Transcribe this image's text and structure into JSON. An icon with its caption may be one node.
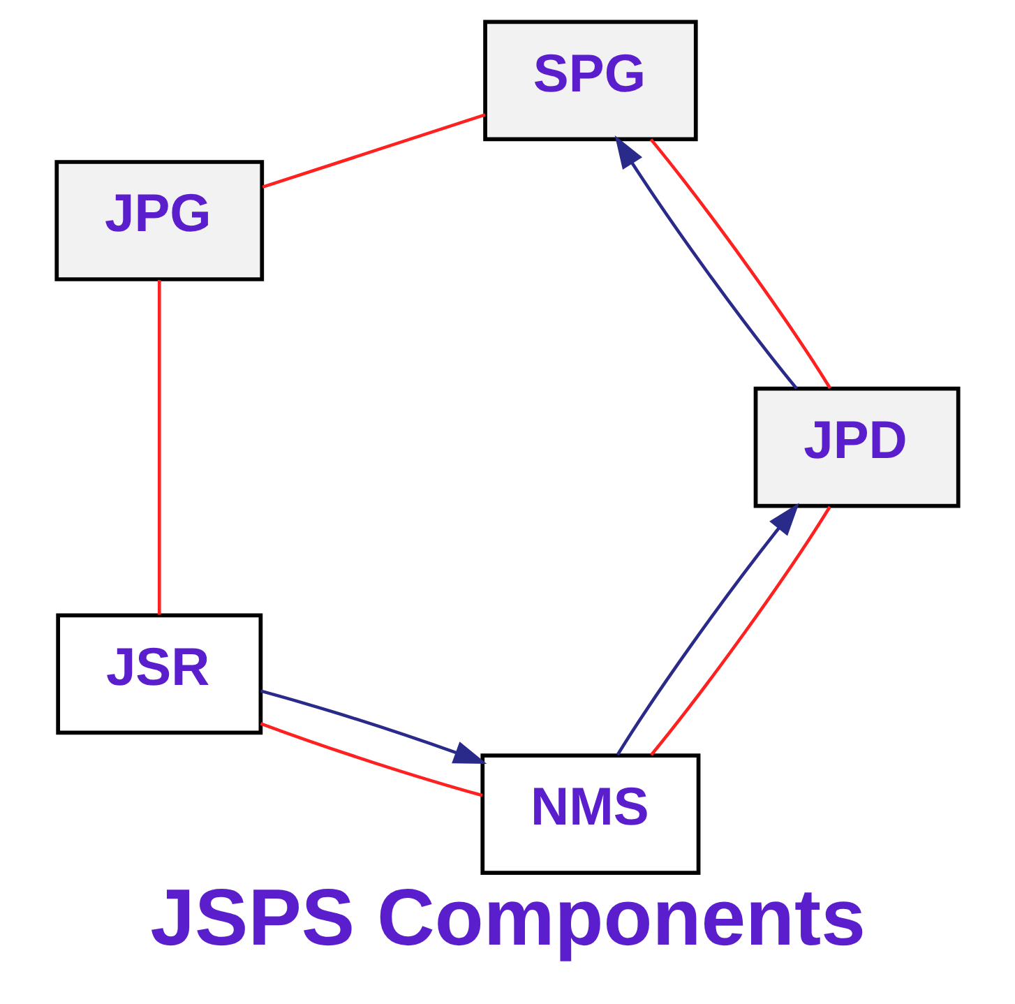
{
  "diagram": {
    "title": "JSPS Components",
    "nodes": [
      {
        "text": [
          "NMS"
        ]
      },
      {
        "text": [
          "JSR"
        ]
      },
      {
        "text": [
          "JPD"
        ]
      },
      {
        "text": [
          "JPG"
        ]
      },
      {
        "text": [
          "SPG"
        ]
      }
    ],
    "edges": [
      {
        "from": 0,
        "to": 1,
        "arrow": "none"
      },
      {
        "from": 1,
        "to": 3,
        "arrow": "none"
      },
      {
        "from": 3,
        "to": 4,
        "arrow": "none"
      },
      {
        "from": 4,
        "to": 2,
        "arrow": "none"
      },
      {
        "from": 2,
        "to": 0,
        "arrow": "none"
      },
      {
        "from": 1,
        "to": 0,
        "arrow": "to",
        "color": "#2a2a8a"
      },
      {
        "from": 0,
        "to": 2,
        "arrow": "to",
        "color": "#2a2a8a"
      },
      {
        "from": 2,
        "to": 4,
        "arrow": "to",
        "color": "#2a2a8a"
      }
    ]
  }
}
